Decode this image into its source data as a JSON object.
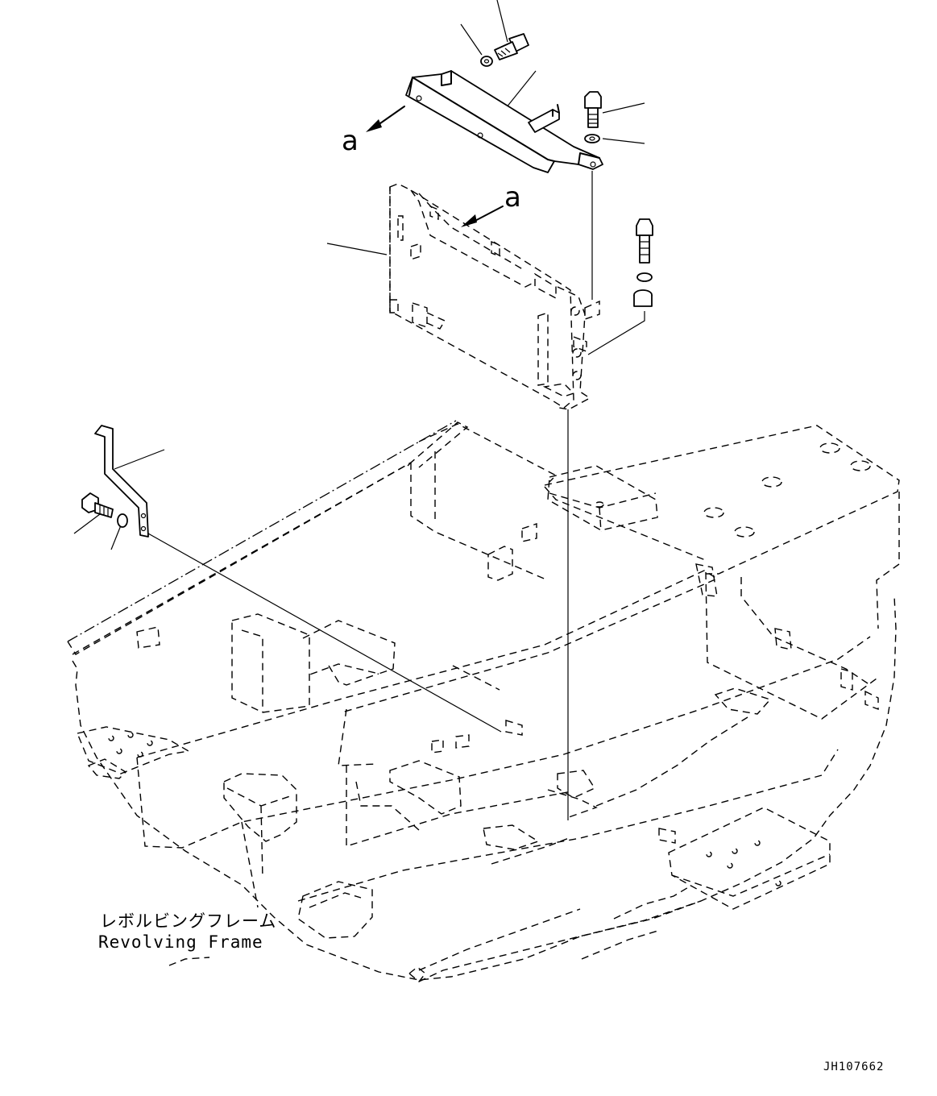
{
  "view_markers": [
    {
      "letter": "a"
    },
    {
      "letter": "a"
    }
  ],
  "frame_label": {
    "japanese": "レボルビングフレーム",
    "english": "Revolving Frame"
  },
  "drawing_code": "JH107662"
}
